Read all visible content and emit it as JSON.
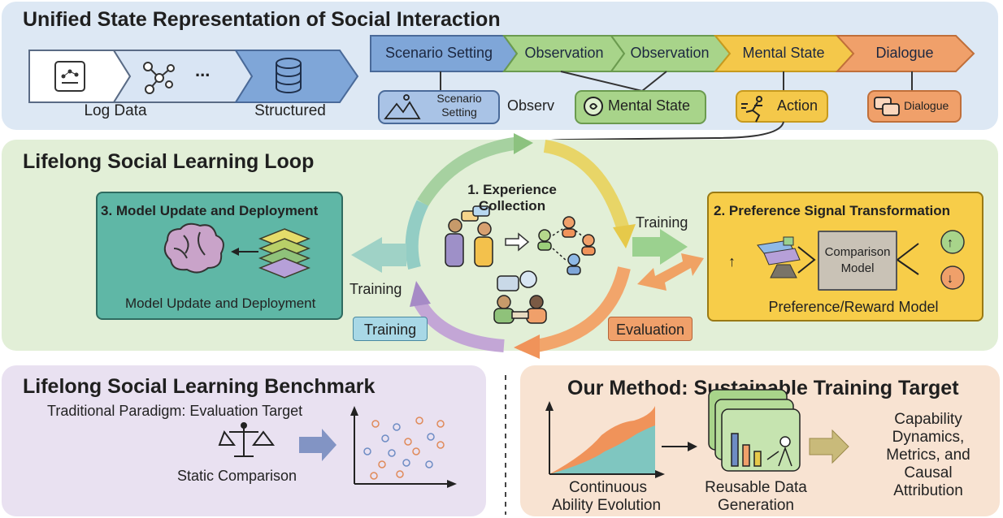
{
  "panels": {
    "unified": {
      "title": "Unified State Representation of Social Interaction",
      "log_data": "Log Data",
      "structured": "Structured",
      "ellipsis": "...",
      "chevrons": [
        "Scenario Setting",
        "Observation",
        "Observation",
        "Mental State",
        "Dialogue"
      ],
      "sub": {
        "scenario_line1": "Scenario",
        "scenario_line2": "Setting",
        "observ": "Observ",
        "mental_state": "Mental State",
        "action": "Action",
        "dialogue": "Dialogue"
      }
    },
    "loop": {
      "title": "Lifelong Social Learning Loop",
      "experience_line1": "1. Experience",
      "experience_line2": "Collection",
      "model_update_title": "3. Model Update and Deployment",
      "model_update_caption": "Model Update and Deployment",
      "preference_title": "2. Preference Signal Transformation",
      "comparison_line1": "Comparison",
      "comparison_line2": "Model",
      "preference_caption": "Preference/Reward Model",
      "training_right": "Training",
      "training_left": "Training",
      "training_badge": "Training",
      "evaluation_badge": "Evaluation"
    },
    "benchmark": {
      "title": "Lifelong Social Learning Benchmark",
      "traditional": "Traditional Paradigm: Evaluation Target",
      "static": "Static Comparison"
    },
    "method": {
      "title": "Our Method: Sustainable Training Target",
      "continuous_line1": "Continuous",
      "continuous_line2": "Ability Evolution",
      "reusable_line1": "Reusable Data",
      "reusable_line2": "Generation",
      "capability_line1": "Capability",
      "capability_line2": "Dynamics,",
      "capability_line3": "Metrics, and",
      "capability_line4": "Causal",
      "capability_line5": "Attribution"
    }
  },
  "colors": {
    "unified_bg": "#dde8f4",
    "loop_bg": "#e2efd7",
    "benchmark_bg": "#e9e1f1",
    "method_bg": "#f8e3d2",
    "chevron_blue": "#7fa6d8",
    "chevron_green": "#a8d48a",
    "chevron_yellow": "#f4c84a",
    "chevron_orange": "#f0a06a",
    "teal_box": "#5fb7a6",
    "yellow_box": "#f7cd49"
  }
}
